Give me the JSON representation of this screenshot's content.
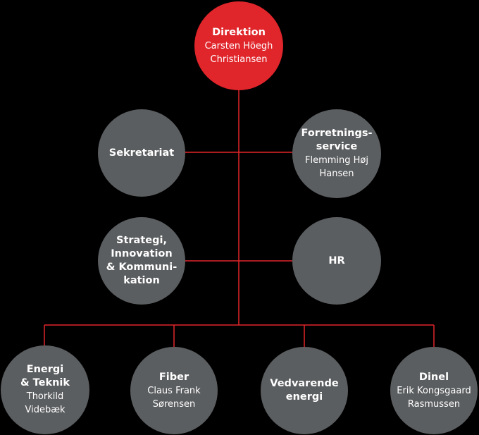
{
  "colors": {
    "background": "#000000",
    "line": "#e0252b",
    "node": "#5b5e60",
    "top_node": "#e0252b"
  },
  "nodes": {
    "direktion": {
      "title": "Direktion",
      "sub": "Carsten Höegh\nChristiansen"
    },
    "sekretariat": {
      "title": "Sekretariat",
      "sub": ""
    },
    "forretningsservice": {
      "title": "Forretnings-\nservice",
      "sub": "Flemming Høj\nHansen"
    },
    "strategi": {
      "title": "Strategi,\nInnovation\n& Kommuni-\nkation",
      "sub": ""
    },
    "hr": {
      "title": "HR",
      "sub": ""
    },
    "energi": {
      "title": "Energi\n& Teknik",
      "sub": "Thorkild\nVidebæk"
    },
    "fiber": {
      "title": "Fiber",
      "sub": "Claus Frank\nSørensen"
    },
    "vedvarende": {
      "title": "Vedvarende\nenergi",
      "sub": ""
    },
    "dinel": {
      "title": "Dinel",
      "sub": "Erik Kongsgaard\nRasmussen"
    }
  }
}
